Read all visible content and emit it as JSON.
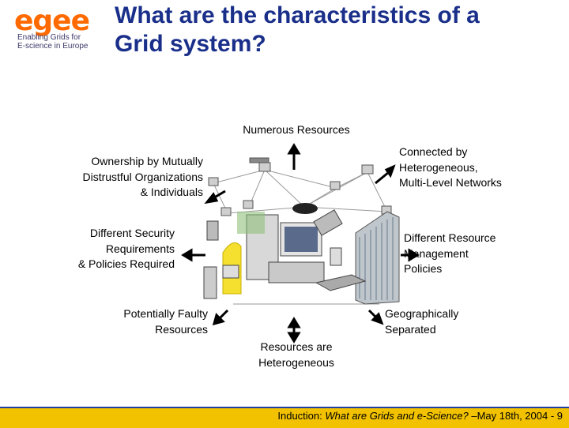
{
  "logo": {
    "word": "egee",
    "line1": "Enabling Grids for",
    "line2": "E-science in Europe"
  },
  "title": {
    "line1": "What are the characteristics of a",
    "line2": "Grid system?"
  },
  "labels": {
    "numerous": "Numerous Resources",
    "ownership": [
      "Ownership by Mutually",
      "Distrustful Organizations",
      "& Individuals"
    ],
    "connected": [
      "Connected by",
      "Heterogeneous,",
      "Multi-Level Networks"
    ],
    "security": [
      "Different Security",
      "Requirements",
      "& Policies Required"
    ],
    "resource_mgmt": [
      "Different Resource",
      "Management",
      "Policies"
    ],
    "faulty": [
      "Potentially Faulty",
      "Resources"
    ],
    "geo": [
      "Geographically",
      "Separated"
    ],
    "hetero": [
      "Resources are",
      "Heterogeneous"
    ]
  },
  "footer": {
    "prefix": "Induction: ",
    "italic": "What are Grids and e-Science?",
    "suffix": " –May 18th, 2004 - 9"
  },
  "colors": {
    "title": "#1a2f8a",
    "footer_bg": "#f2c200",
    "footer_line": "#2040a0",
    "logo": "#ff6a00"
  }
}
